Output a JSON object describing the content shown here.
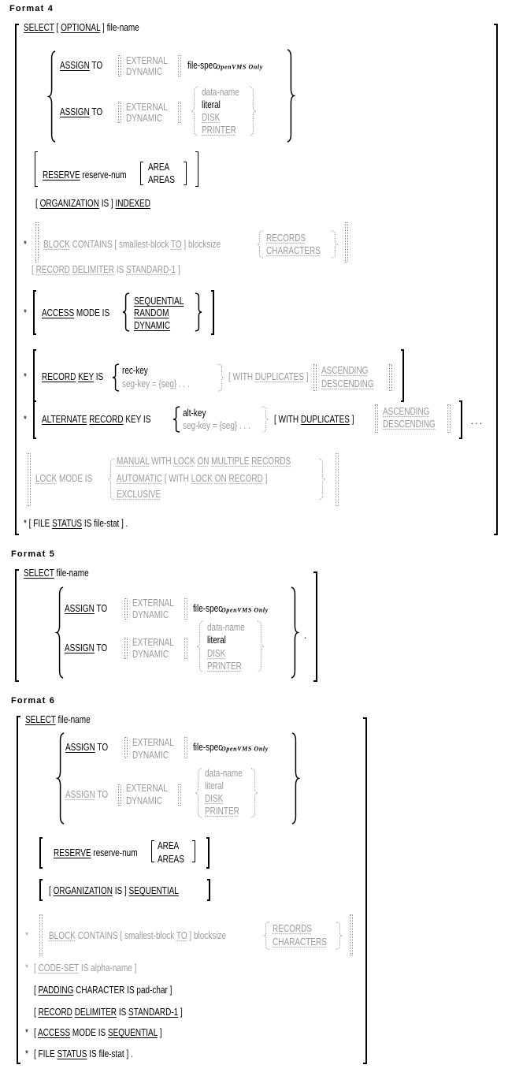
{
  "colors": {
    "text": "#000000",
    "optional_grey": "#9a9a9a"
  },
  "format4": {
    "title": "Format 4",
    "select": [
      "SELECT",
      " [ ",
      "OPTIONAL",
      " ] file-name"
    ],
    "assign1": [
      "ASSIGN",
      " TO"
    ],
    "ext1": [
      "EXTERNAL",
      "DYNAMIC"
    ],
    "file_spec": "file-spec",
    "openvms": "OpenVMS Only",
    "assign2": [
      "ASSIGN",
      " TO"
    ],
    "ext2": [
      "EXTERNAL",
      "DYNAMIC"
    ],
    "targets": [
      "data-name",
      "literal",
      "DISK",
      "PRINTER"
    ],
    "reserve": [
      "RESERVE",
      " reserve-num"
    ],
    "areas": [
      "AREA",
      "AREAS"
    ],
    "organization": [
      "[ ",
      "ORGANIZATION",
      " IS   ] ",
      "INDEXED"
    ],
    "block": {
      "marker": "*",
      "text": [
        "BLOCK",
        " CONTAINS [ smallest-block ",
        "TO",
        " ] blocksize"
      ],
      "units": [
        "RECORDS",
        "CHARACTERS"
      ]
    },
    "record_delimiter": [
      "[ ",
      "RECORD",
      " ",
      "DELIMITER",
      " IS ",
      "STANDARD-1",
      "   ]"
    ],
    "access": {
      "marker": "*",
      "text": [
        "ACCESS",
        " MODE IS"
      ],
      "modes": [
        "SEQUENTIAL",
        "RANDOM",
        "DYNAMIC"
      ]
    },
    "record_key": {
      "marker": "*",
      "text": [
        "RECORD",
        " ",
        "KEY",
        " IS"
      ],
      "keys": [
        "rec-key",
        "seg-key = {seg} . . ."
      ],
      "dup": [
        "[ WITH ",
        "DUPLICATES",
        " ]"
      ],
      "order": [
        "ASCENDING",
        "DESCENDING"
      ]
    },
    "alternate": {
      "marker": "*",
      "text": [
        "ALTERNATE",
        " ",
        "RECORD",
        " KEY IS"
      ],
      "keys": [
        "alt-key",
        "seg-key = {seg} . . ."
      ],
      "dup": [
        "[ WITH ",
        "DUPLICATES",
        " ]"
      ],
      "order": [
        "ASCENDING",
        "DESCENDING"
      ],
      "ellipsis": ". . ."
    },
    "lock_mode": {
      "text": [
        "LOCK",
        " MODE IS"
      ],
      "manual": [
        "MANUAL",
        " WITH ",
        "LOCK",
        " ",
        "ON",
        " ",
        "MULTIPLE",
        " ",
        "RECORDS"
      ],
      "automatic": [
        "AUTOMATIC",
        " [ WITH ",
        "LOCK",
        " ",
        "ON",
        " ",
        "RECORD",
        "   ]"
      ],
      "exclusive": "EXCLUSIVE"
    },
    "file_status": [
      "* [ FILE ",
      "STATUS",
      " IS file-stat   ] ."
    ]
  },
  "format5": {
    "title": "Format 5",
    "select": [
      "SELECT",
      " file-name"
    ],
    "assign1": [
      "ASSIGN",
      " TO"
    ],
    "ext1": [
      "EXTERNAL",
      "DYNAMIC"
    ],
    "file_spec": "file-spec",
    "openvms": "OpenVMS Only",
    "assign2": [
      "ASSIGN",
      " TO"
    ],
    "ext2": [
      "EXTERNAL",
      "DYNAMIC"
    ],
    "targets": [
      "data-name",
      "literal",
      "DISK",
      "PRINTER"
    ],
    "period": "."
  },
  "format6": {
    "title": "Format 6",
    "select": [
      "SELECT",
      " file-name"
    ],
    "assign1": [
      "ASSIGN",
      " TO"
    ],
    "ext1": [
      "EXTERNAL",
      "DYNAMIC"
    ],
    "file_spec": "file-spec",
    "openvms": "OpenVMS Only",
    "assign2": [
      "ASSIGN",
      " TO"
    ],
    "ext2": [
      "EXTERNAL",
      "DYNAMIC"
    ],
    "targets": [
      "data-name",
      "literal",
      "DISK",
      "PRINTER"
    ],
    "reserve": [
      "RESERVE",
      " reserve-num"
    ],
    "areas": [
      "AREA",
      "AREAS"
    ],
    "organization": [
      "[ ",
      "ORGANIZATION",
      " IS   ] ",
      "SEQUENTIAL"
    ],
    "block": {
      "marker": "*",
      "text": [
        "BLOCK",
        " CONTAINS [ smallest-block ",
        "TO",
        " ] blocksize"
      ],
      "units": [
        "RECORDS",
        "CHARACTERS"
      ]
    },
    "code_set": {
      "marker": "*",
      "text": [
        "[ ",
        "CODE-SET",
        " IS alpha-name   ]"
      ]
    },
    "padding": [
      "[ ",
      "PADDING",
      " CHARACTER IS pad-char   ]"
    ],
    "record_delimiter": [
      "[ ",
      "RECORD",
      " ",
      "DELIMITER",
      " IS ",
      "STANDARD-1",
      "   ]"
    ],
    "access": {
      "marker": "*",
      "text": [
        "[ ",
        "ACCESS",
        " MODE IS ",
        "SEQUENTIAL",
        "   ]"
      ]
    },
    "file_status": {
      "marker": "*",
      "text": [
        "[ FILE ",
        "STATUS",
        " IS file-stat   ] ."
      ]
    }
  }
}
